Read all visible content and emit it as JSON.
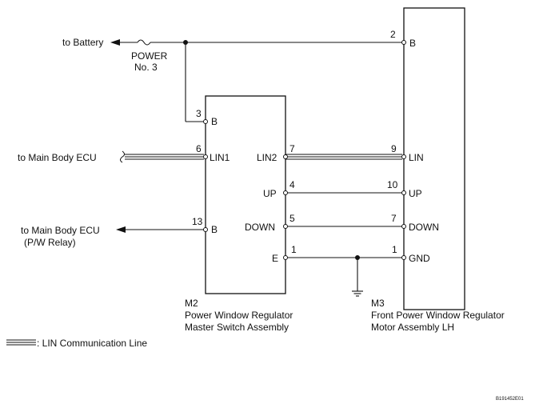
{
  "diagram": {
    "left_labels": {
      "battery": "to Battery",
      "fuse_line1": "POWER",
      "fuse_line2": "No. 3",
      "main_body_ecu_1": "to Main Body ECU",
      "main_body_ecu_2": "to Main Body ECU",
      "main_body_ecu_2_sub": "(P/W Relay)"
    },
    "m2": {
      "code": "M2",
      "name_line1": "Power Window Regulator",
      "name_line2": "Master Switch Assembly",
      "pins": [
        {
          "num": "3",
          "name": "B"
        },
        {
          "num": "6",
          "name": "LIN1"
        },
        {
          "num": "13",
          "name": "B"
        },
        {
          "num": "7",
          "name": "LIN2"
        },
        {
          "num": "4",
          "name": "UP"
        },
        {
          "num": "5",
          "name": "DOWN"
        },
        {
          "num": "1",
          "name": "E"
        }
      ]
    },
    "m3": {
      "code": "M3",
      "name_line1": "Front Power Window Regulator",
      "name_line2": "Motor Assembly LH",
      "pins": [
        {
          "num": "2",
          "name": "B"
        },
        {
          "num": "9",
          "name": "LIN"
        },
        {
          "num": "10",
          "name": "UP"
        },
        {
          "num": "7",
          "name": "DOWN"
        },
        {
          "num": "1",
          "name": "GND"
        }
      ]
    },
    "legend_text": ": LIN Communication Line",
    "figure_code": "B191452E01"
  }
}
